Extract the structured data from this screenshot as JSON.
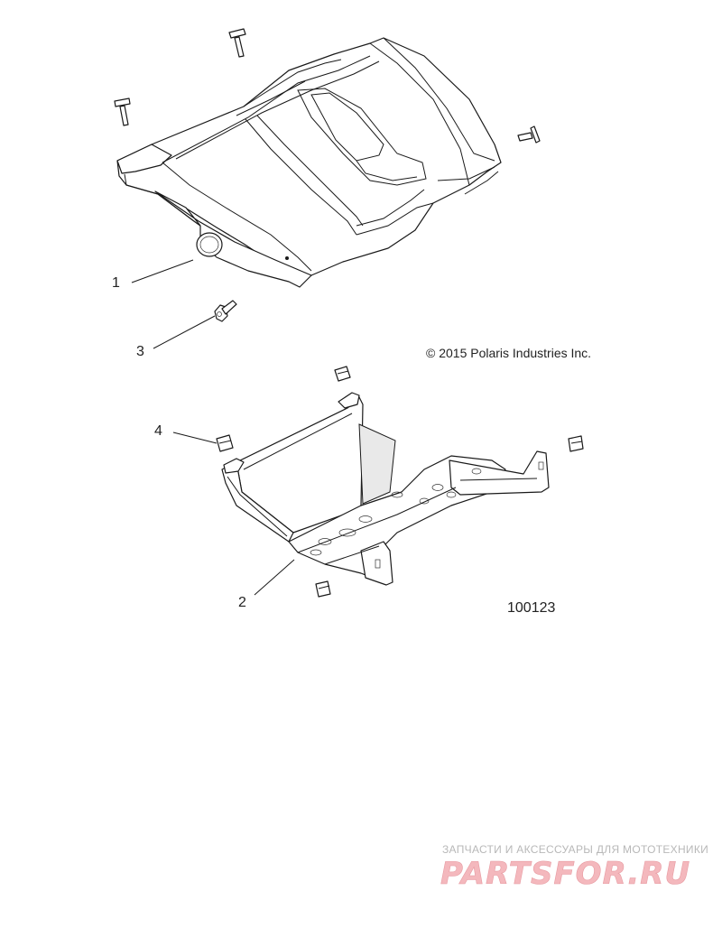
{
  "callouts": [
    {
      "id": "1",
      "text": "1"
    },
    {
      "id": "2",
      "text": "2"
    },
    {
      "id": "3",
      "text": "3"
    },
    {
      "id": "4",
      "text": "4"
    }
  ],
  "copyright": "© 2015 Polaris Industries Inc.",
  "figure_id": "100123",
  "watermark": {
    "tagline": "ЗАПЧАСТИ И АКСЕССУАРЫ ДЛЯ МОТОТЕХНИКИ",
    "logo_text": "PARTSFOR.RU",
    "logo_color": "#f4b8bd"
  },
  "colors": {
    "line": "#1a1a1a",
    "background": "#ffffff"
  }
}
